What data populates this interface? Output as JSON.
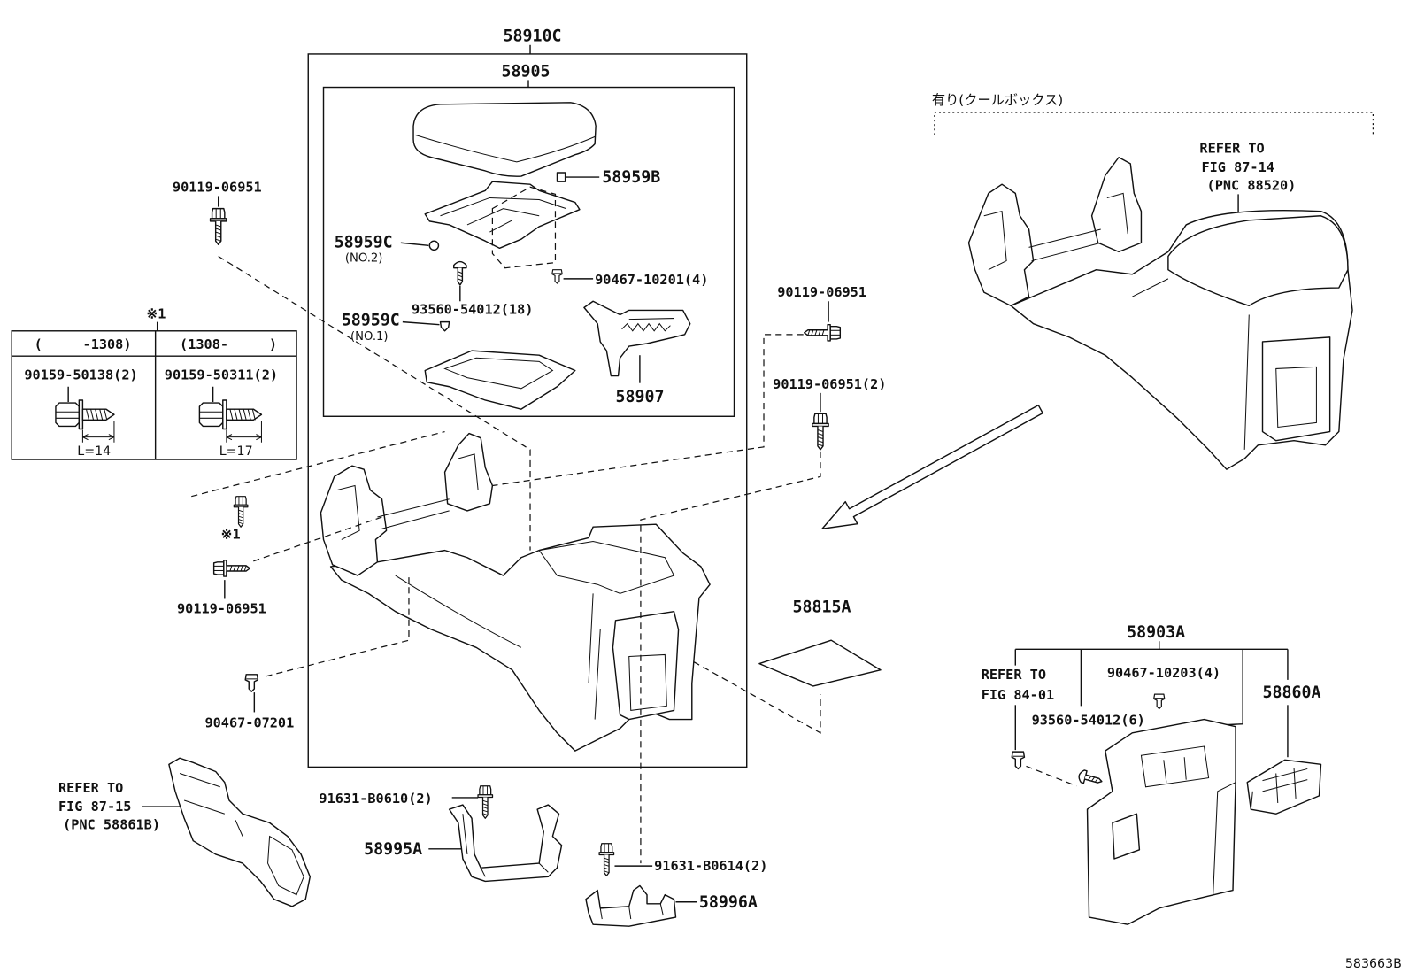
{
  "figure_code": "583663B",
  "center_assembly": {
    "assembly_label": "58910C",
    "armrest_label": "58905",
    "top_right_part": "58959B",
    "left_part_no2": "58959C",
    "left_part_no2_note": "(NO.2)",
    "clip": "90467-10201(4)",
    "screw": "93560-54012(18)",
    "left_part_no1": "58959C",
    "left_part_no1_note": "(NO.1)",
    "bracket": "58907"
  },
  "left_fasteners": {
    "top_bolt": "90119-06951",
    "marker_bolt": "※1",
    "mid_bolt": "90119-06951",
    "clip": "90467-07201"
  },
  "variant_table": {
    "marker": "※1",
    "columns": [
      {
        "range": "(     -1308)",
        "part": "90159-50138(2)",
        "length": "L=14"
      },
      {
        "range": "(1308-     )",
        "part": "90159-50311(2)",
        "length": "L=17"
      }
    ]
  },
  "right_fasteners": {
    "upper_bolt": "90119-06951",
    "lower_bolt": "90119-06951(2)",
    "mat": "58815A"
  },
  "bottom_parts": {
    "duct_ref": [
      "REFER TO",
      "FIG 87-15",
      "(PNC 58861B)"
    ],
    "bolt_a": "91631-B0610(2)",
    "bracket_a": "58995A",
    "bolt_b": "91631-B0614(2)",
    "bracket_b": "58996A"
  },
  "cool_box_variant": {
    "heading": "有り(クールボックス)",
    "ref": [
      "REFER TO",
      "FIG 87-14",
      "(PNC 88520)"
    ]
  },
  "rear_panel": {
    "assembly_label": "58903A",
    "ref": [
      "REFER TO",
      "FIG 84-01"
    ],
    "clip": "90467-10203(4)",
    "screw": "93560-54012(6)",
    "vent": "58860A"
  }
}
